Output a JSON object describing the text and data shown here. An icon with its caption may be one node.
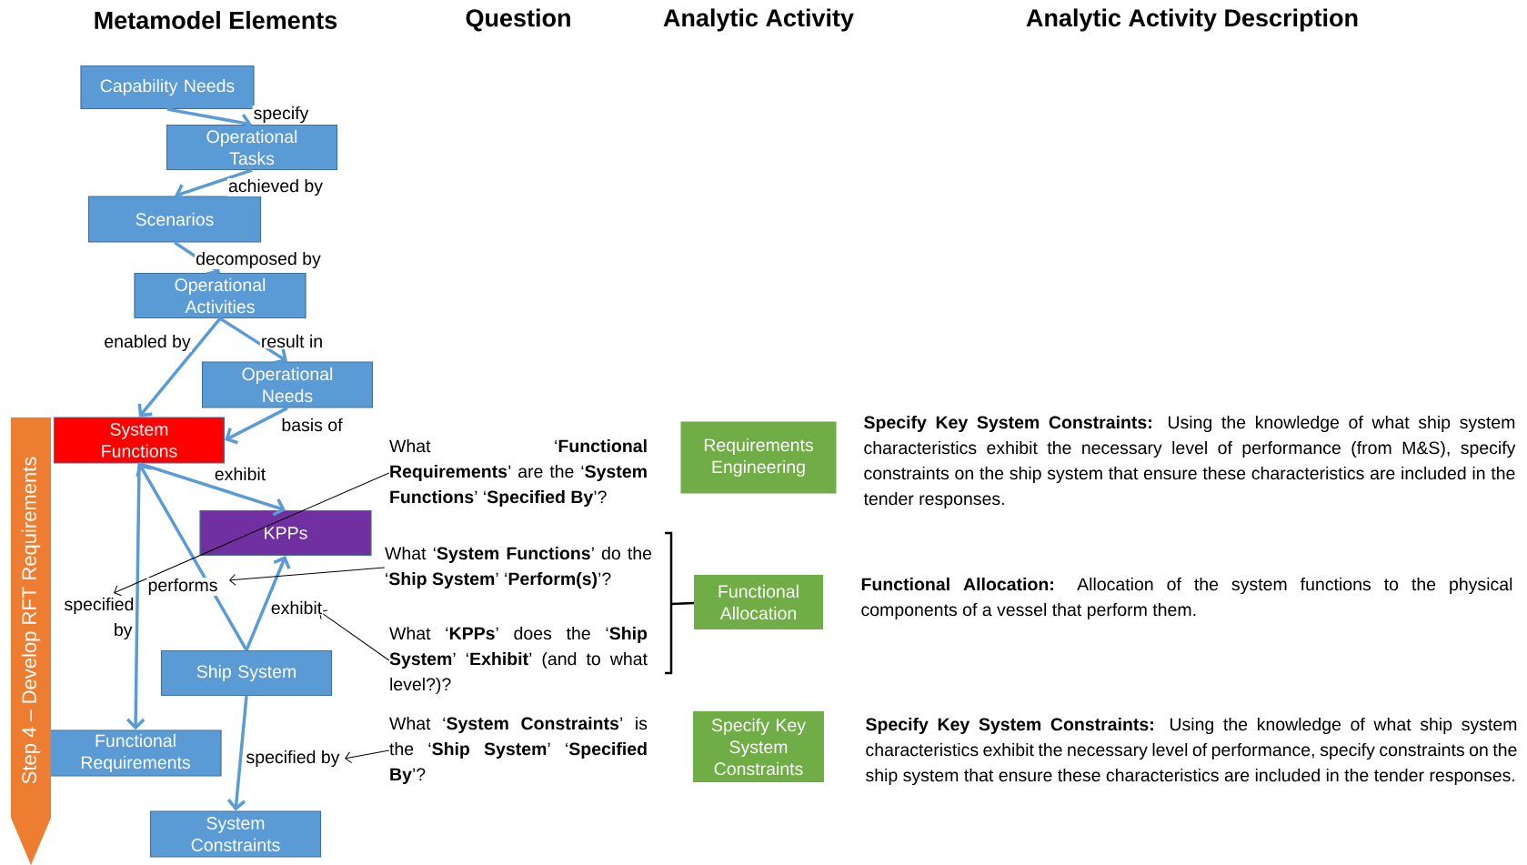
{
  "diagram": {
    "nodes": [
      {
        "text": [
          "Capability Needs"
        ]
      },
      {
        "text": [
          "Operational Tasks"
        ]
      },
      {
        "text": [
          "Scenarios"
        ]
      },
      {
        "text": [
          "Operational Activities"
        ]
      },
      {
        "text": [
          "Operational Needs"
        ]
      },
      {
        "text": [
          "System Functions"
        ]
      },
      {
        "text": [
          "KPPs"
        ]
      },
      {
        "text": [
          "Ship System"
        ]
      },
      {
        "text": [
          "Functional Requirements"
        ]
      },
      {
        "text": [
          "System Constraints"
        ]
      },
      {
        "text": [
          "Step 4 – Develop RFT Requirements"
        ]
      },
      {
        "text": [
          "What ‘**Functional Requirements**’ are the ‘**System Functions**’ ‘**Specified By**’?"
        ]
      },
      {
        "text": [
          "What ‘**System Functions**’ do the ‘**Ship System**’ ‘**Perform(s)**’?"
        ]
      },
      {
        "text": [
          "What ‘**KPPs**’ does the ‘**Ship System**’ ‘**Exhibit**’ (and to what level?)?"
        ]
      },
      {
        "text": [
          "What ‘**System Constraints**’ is the ‘**Ship System**’ ‘**Specified By**’?"
        ]
      },
      {
        "text": [
          "Requirements Engineering"
        ]
      },
      {
        "text": [
          "Functional Allocation"
        ]
      },
      {
        "text": [
          "Specify Key System Constraints"
        ]
      }
    ],
    "edges": [
      {
        "from": 0,
        "to": 1,
        "arrow": "to",
        "label": "specify"
      },
      {
        "from": 1,
        "to": 2,
        "arrow": "to",
        "label": "achieved by"
      },
      {
        "from": 2,
        "to": 3,
        "arrow": "to",
        "label": "decomposed by"
      },
      {
        "from": 3,
        "to": 5,
        "arrow": "to",
        "label": "enabled by"
      },
      {
        "from": 3,
        "to": 4,
        "arrow": "to",
        "label": "result in"
      },
      {
        "from": 4,
        "to": 5,
        "arrow": "to",
        "label": "basis of"
      },
      {
        "from": 5,
        "to": 6,
        "arrow": "to",
        "label": "exhibit"
      },
      {
        "from": 5,
        "to": 8,
        "arrow": "to",
        "label": "specified by"
      },
      {
        "from": 7,
        "to": 5,
        "arrow": "to",
        "label": "performs"
      },
      {
        "from": 7,
        "to": 6,
        "arrow": "to",
        "label": "exhibit"
      },
      {
        "from": 7,
        "to": 9,
        "arrow": "to",
        "label": "specified by"
      },
      {
        "from": 11,
        "to": null,
        "arrow": "to",
        "color": "#000000"
      },
      {
        "from": 12,
        "to": null,
        "arrow": "to",
        "color": "#000000"
      },
      {
        "from": 13,
        "to": null,
        "arrow": "to",
        "color": "#000000"
      },
      {
        "from": 14,
        "to": null,
        "arrow": "to",
        "color": "#000000"
      }
    ],
    "labels": [
      "Metamodel Elements",
      "Question",
      "Analytic Activity",
      "Analytic Activity Description",
      "**Specify Key System Constraints:** Using the knowledge of what ship system characteristics exhibit the necessary level of performance (from M&S), specify constraints on the ship system that ensure these characteristics are included in the tender responses.",
      "**Functional Allocation:** Allocation of the system functions to the physical components of a vessel that perform them.",
      "**Specify Key System Constraints:** Using the knowledge of what ship system characteristics exhibit the necessary level of performance, specify constraints on the ship system that ensure these characteristics are included in the tender responses."
    ]
  }
}
